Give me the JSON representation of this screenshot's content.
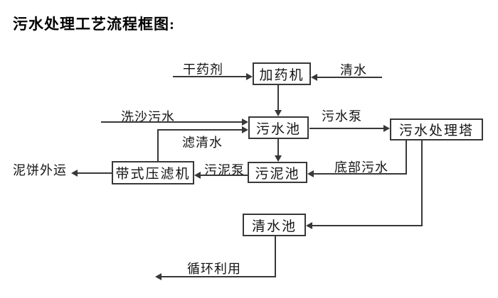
{
  "title": "污水处理工艺流程框图:",
  "diagram": {
    "nodes": {
      "dosing_machine": "加药机",
      "sewage_pool": "污水池",
      "treatment_tower": "污水处理塔",
      "sludge_pool": "污泥池",
      "belt_filter_press": "带式压滤机",
      "clean_water_pool": "清水池"
    },
    "edge_labels": {
      "dry_agent": "干药剂",
      "clean_water": "清水",
      "sand_washing_sewage": "洗沙污水",
      "sewage_pump": "污水泵",
      "filtered_water": "滤清水",
      "mud_cake_out": "泥饼外运",
      "sludge_pump": "污泥泵",
      "bottom_sewage": "底部污水",
      "recycle": "循环利用"
    },
    "colors": {
      "line": "#383838",
      "text": "#141414",
      "background": "#ffffff"
    }
  }
}
